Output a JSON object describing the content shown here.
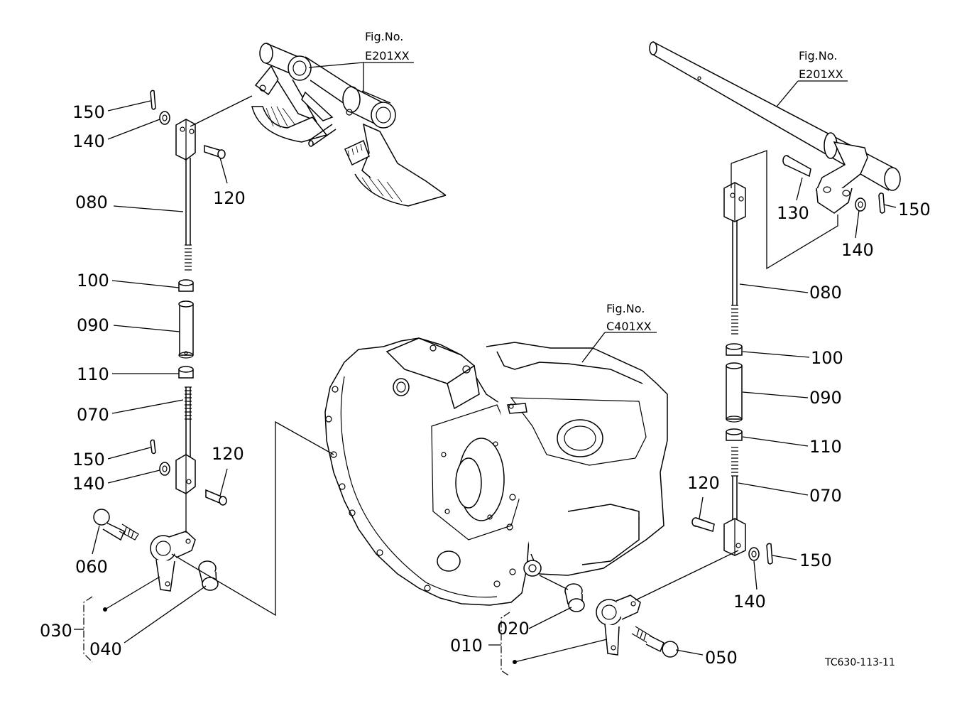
{
  "figure_refs": {
    "e201_left": {
      "fig_no": "Fig.No.",
      "code": "E201XX"
    },
    "e201_right": {
      "fig_no": "Fig.No.",
      "code": "E201XX"
    },
    "c401": {
      "fig_no": "Fig.No.",
      "code": "C401XX"
    }
  },
  "labels": {
    "left": {
      "p150_top": "150",
      "p140_top": "140",
      "p120_top": "120",
      "p080": "080",
      "p100": "100",
      "p090": "090",
      "p110": "110",
      "p070": "070",
      "p150_bot": "150",
      "p140_bot": "140",
      "p120_bot": "120",
      "p060": "060",
      "p030": "030",
      "p040": "040"
    },
    "right": {
      "p130": "130",
      "p150_top": "150",
      "p140_top": "140",
      "p080": "080",
      "p100": "100",
      "p090": "090",
      "p110": "110",
      "p070": "070",
      "p120": "120",
      "p150_bot": "150",
      "p140_bot": "140",
      "p020": "020",
      "p010": "010",
      "p050": "050"
    }
  },
  "drawing_code": "TC630-113-11"
}
